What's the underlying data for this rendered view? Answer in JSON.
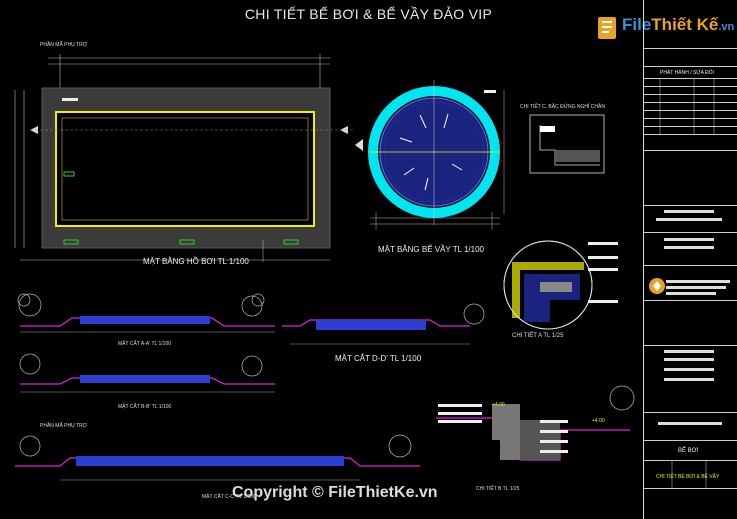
{
  "title": "CHI TIẾT BỂ BƠI & BỂ VẦY ĐẢO VIP",
  "logo": {
    "brand_a": "File",
    "brand_b": "Thiết Kế",
    "suffix": ".vn"
  },
  "labels": {
    "plan_pool": "MẶT BẰNG HỒ BƠI TL 1/100",
    "plan_spa": "MẶT BẰNG BỂ VẦY TL 1/100",
    "detail_c": "CHI TIẾT C. BẬC ĐỨNG NGHỈ CHÂN",
    "detail_a": "CHI TIẾT A TL 1/25",
    "section_dd": "MẶT CẮT D-D' TL 1/100",
    "section_aa": "MẶT CẮT A-A' TL 1/100",
    "section_bb": "MẶT CẮT B-B' TL 1/100",
    "section_cc": "MẶT CẮT C-C' TL 1/100",
    "detail_b": "CHI TIẾT B TL 1/25",
    "phan_ma_1": "PHẦN MÃ PHỤ TRỢ",
    "phan_ma_2": "PHẦN MÃ PHỤ TRỢ",
    "level_1": "+4.00",
    "level_2": "+4.00"
  },
  "title_block": {
    "revision": "PHÁT HÀNH / SỬA ĐỔI",
    "drawing_name": "BỂ BƠI",
    "drawing_sub": "CHI TIẾT BỂ BƠI & BỂ VẦY"
  },
  "watermark": "Copyright © FileThietKe.vn",
  "colors": {
    "pool_outline": "#f0f000",
    "pool_fill": "#3a3a3a",
    "spa_ring": "#00e5f0",
    "spa_water": "#1a237e",
    "section_line": "#e020e0",
    "water_blue": "#2d3fd0"
  }
}
